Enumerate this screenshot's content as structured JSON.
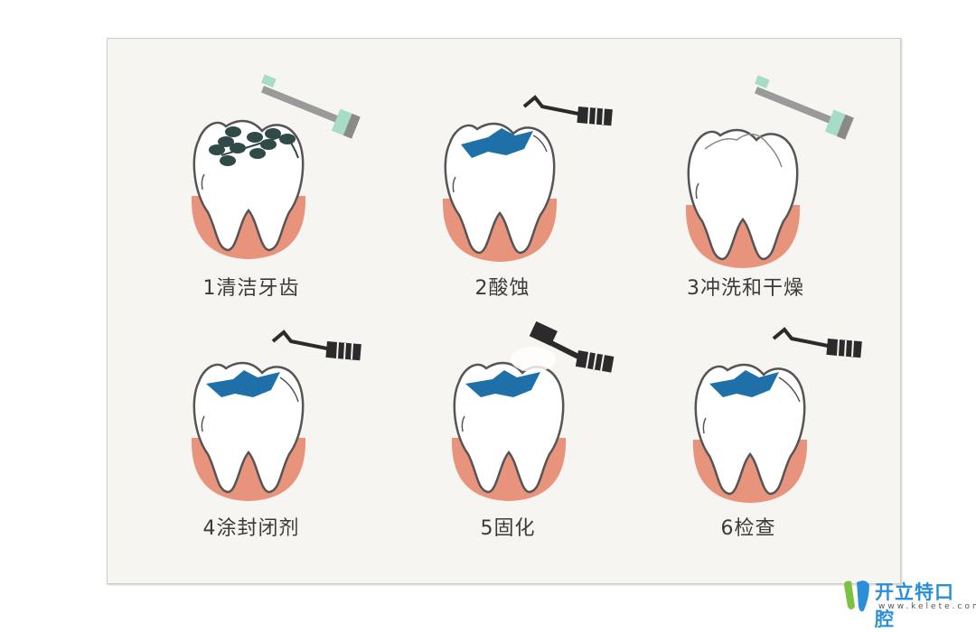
{
  "steps": [
    {
      "label": "1清洁牙齿",
      "tool": "toothbrush"
    },
    {
      "label": "2酸蚀",
      "tool": "dental-explorer"
    },
    {
      "label": "3冲洗和干燥",
      "tool": "toothbrush"
    },
    {
      "label": "4涂封闭剂",
      "tool": "dental-explorer"
    },
    {
      "label": "5固化",
      "tool": "curing-light"
    },
    {
      "label": "6检查",
      "tool": "dental-explorer"
    }
  ],
  "watermark": {
    "brand": "开立特口腔",
    "url": "www.kelete.com"
  },
  "colors": {
    "gum": "#e8937c",
    "sealant": "#1f6fa8",
    "plaque": "#2f4a47",
    "brush_head": "#9fd6c0",
    "tool": "#2b2b2b",
    "watermark": "#2a8fd6"
  }
}
